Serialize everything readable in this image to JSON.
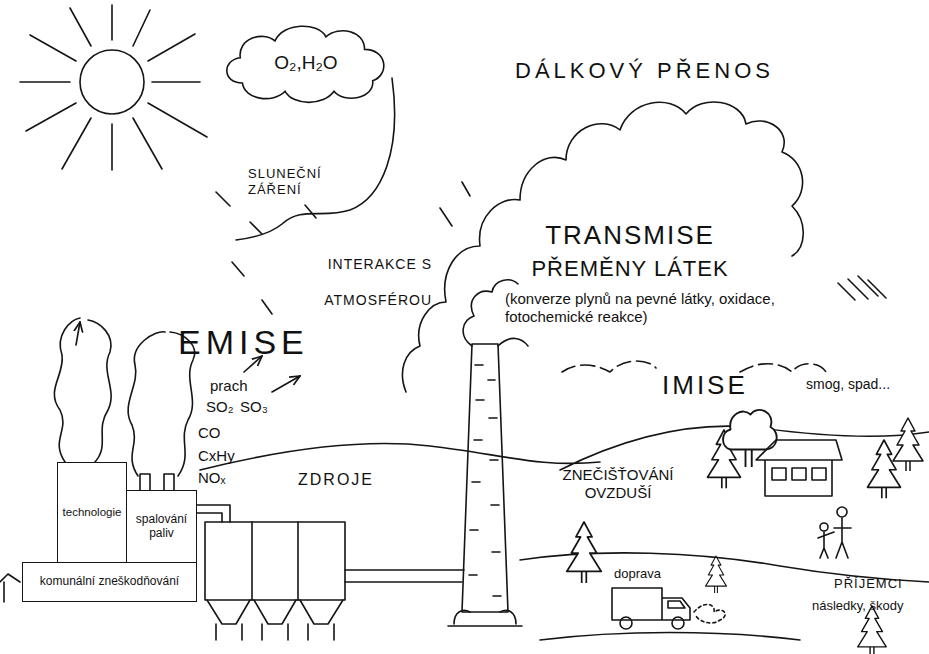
{
  "diagram": {
    "nodes": [
      {
        "text": [
          "O₂,H₂O"
        ]
      },
      {
        "text": [
          "technologie"
        ]
      },
      {
        "text": [
          "spalování paliv"
        ]
      },
      {
        "text": [
          "komunální zneškodňování"
        ]
      }
    ],
    "labels": [
      "SLUNEČNÍ ZÁŘENÍ",
      "INTERAKCE S ATMOSFÉROU",
      "DÁLKOVÝ PŘENOS",
      "TRANSMISE",
      "PŘEMĚNY LÁTEK",
      "(konverze plynů na pevné látky, oxidace, fotochemické reakce)",
      "EMISE",
      "prach",
      "SO₂",
      "SO₃",
      "CO",
      "CxHy",
      "NOₓ",
      "IMISE",
      "smog, spad...",
      "ZDROJE",
      "ZNEČIŠŤOVÁNÍ OVZDUŠÍ",
      "doprava",
      "PŘÍJEMCI",
      "následky, škody"
    ]
  }
}
